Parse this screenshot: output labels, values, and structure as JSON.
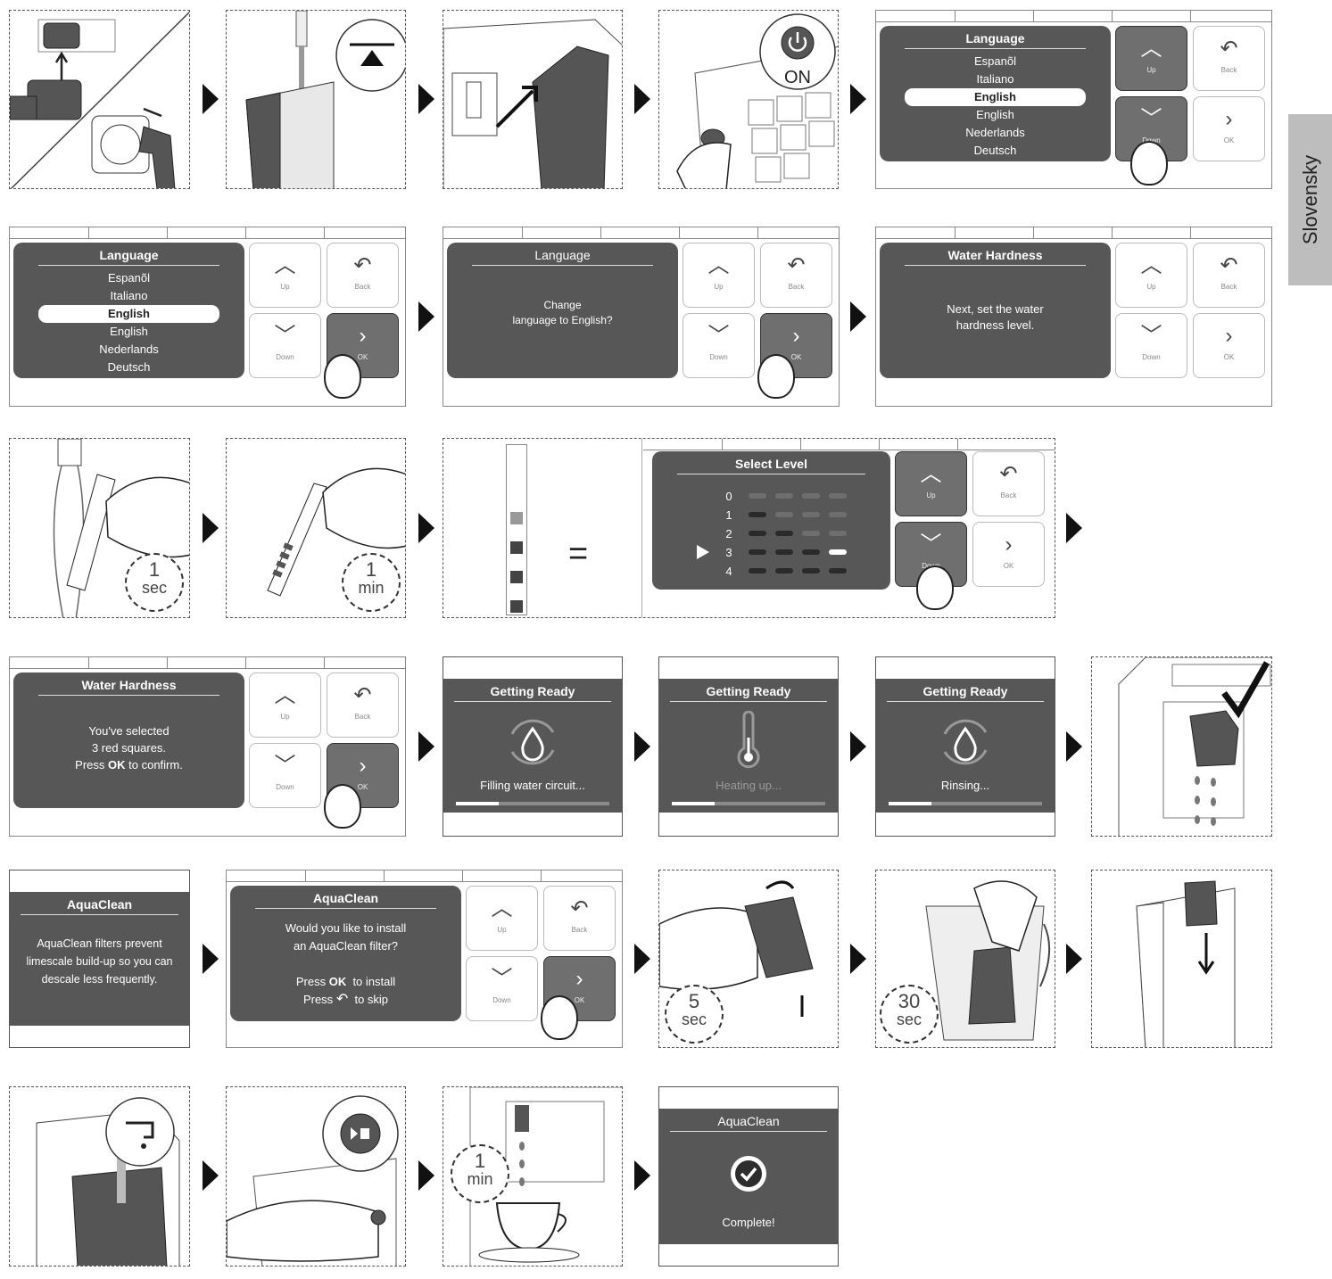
{
  "side_tab": "Slovensky",
  "power_label": "ON",
  "keys": {
    "up": "Up",
    "down": "Down",
    "back": "Back",
    "ok": "OK"
  },
  "language_menu": {
    "title": "Language",
    "options": [
      "Espanõl",
      "Italiano",
      "English",
      "English",
      "Nederlands",
      "Deutsch"
    ],
    "selected_index": 2
  },
  "language_confirm": {
    "title": "Language",
    "line1": "Change",
    "line2": "language to English?"
  },
  "water_hardness_intro": {
    "title": "Water Hardness",
    "line1": "Next, set the water",
    "line2": "hardness level."
  },
  "timers": {
    "strip_dip": {
      "value": "1",
      "unit": "sec"
    },
    "strip_wait": {
      "value": "1",
      "unit": "min"
    },
    "filter_shake": {
      "value": "5",
      "unit": "sec"
    },
    "filter_soak": {
      "value": "30",
      "unit": "sec"
    },
    "water_flow": {
      "value": "1",
      "unit": "min"
    }
  },
  "select_level": {
    "title": "Select Level",
    "levels": [
      "0",
      "1",
      "2",
      "3",
      "4"
    ],
    "selected_level": 3,
    "strip_red_squares": 3
  },
  "equals": "=",
  "water_hardness_confirm": {
    "title": "Water Hardness",
    "line1": "You've selected",
    "line2": "3 red squares.",
    "line3_pre": "Press",
    "line3_bold": "OK",
    "line3_post": "to confirm."
  },
  "getting_ready": [
    {
      "title": "Getting Ready",
      "status": "Filling water circuit...",
      "progress": 0.28,
      "icon": "water-drop-cycle-icon"
    },
    {
      "title": "Getting Ready",
      "status": "Heating up...",
      "progress": 0.28,
      "icon": "thermometer-icon"
    },
    {
      "title": "Getting Ready",
      "status": "Rinsing...",
      "progress": 0.28,
      "icon": "water-drop-cycle-icon"
    }
  ],
  "aquaclean_info": {
    "title": "AquaClean",
    "line1": "AquaClean filters prevent",
    "line2": "limescale build-up so you can",
    "line3": "descale less frequently."
  },
  "aquaclean_install": {
    "title": "AquaClean",
    "line1": "Would you like to install",
    "line2": "an AquaClean filter?",
    "line3_pre": "Press",
    "line3_bold": "OK",
    "line3_post": "to install",
    "line4_pre": "Press",
    "line4_post": "to skip"
  },
  "aquaclean_complete": {
    "title": "AquaClean",
    "status": "Complete!"
  }
}
